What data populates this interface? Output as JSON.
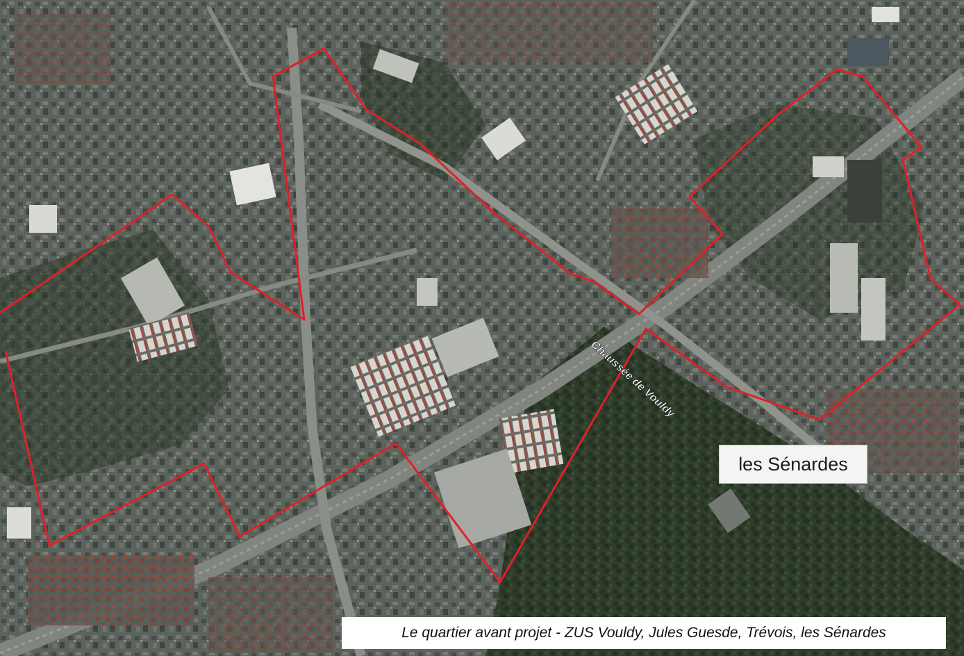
{
  "map": {
    "street_label": "Chaussée de Vouldy",
    "place_label": "les Sénardes",
    "caption": "Le quartier avant projet  - ZUS Vouldy, Jules Guesde, Trévois, les Sénardes",
    "colors": {
      "boundary": "#e0202a",
      "urban_base": "#5a605a",
      "vegetation": "#2c3a28",
      "roof_light": "#c9c9c4",
      "roof_red": "#9a4a3c",
      "railway": "#7b817c",
      "street_label_fill": "#ffffff"
    },
    "layers": [
      "aerial-photo",
      "zone-boundary",
      "labels"
    ]
  }
}
